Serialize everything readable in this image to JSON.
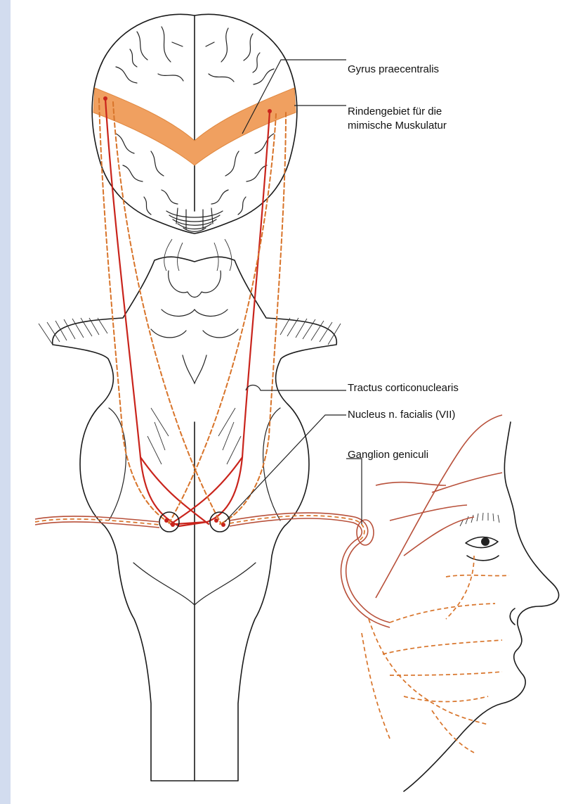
{
  "labels": {
    "gyrus": "Gyrus praecentralis",
    "rindengebiet_line1": "Rindengebiet für die",
    "rindengebiet_line2": "mimische Muskulatur",
    "tractus": "Tractus corticonuclearis",
    "nucleus": "Nucleus n. facialis (VII)",
    "ganglion": "Ganglion geniculi"
  },
  "colors": {
    "page_border": "#d2dcef",
    "cortex_band": "#f0a060",
    "tract_solid": "#c9241c",
    "tract_dashed": "#d8742a",
    "nerve": "#b8503a",
    "tissue": "#f8f6f0"
  }
}
